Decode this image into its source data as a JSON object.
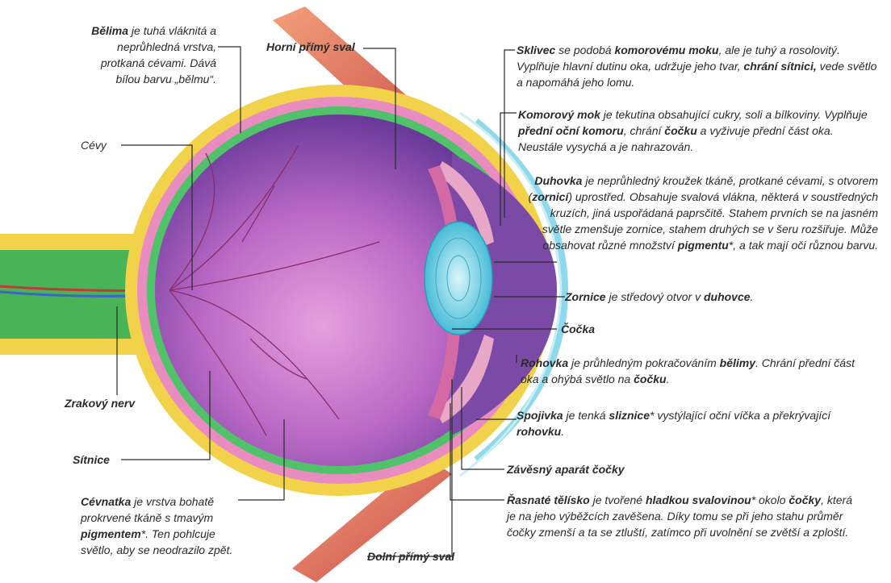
{
  "labels": {
    "belima": {
      "title": "Bělima",
      "text": " je tuhá vláknitá a neprůhledná vrstva, protkaná cévami. Dává bílou barvu „bělmu“."
    },
    "cevy": {
      "title": "Cévy"
    },
    "zrakovy": {
      "title": "Zrakový nerv"
    },
    "sitnice": {
      "title": "Sítnice"
    },
    "cevnatka": {
      "title": "Cévnatka",
      "text1": " je vrstva bohatě prokrvené tkáně s tmavým ",
      "bold": "pigmentem",
      "text2": "*. Ten pohlcuje světlo, aby se neodrazilo zpět."
    },
    "horni": {
      "title": "Horní přímý sval"
    },
    "dolni": {
      "title": "Dolní přímý sval"
    },
    "sklivec": {
      "title": "Sklivec",
      "t1": " se podobá ",
      "b1": "komorovému moku",
      "t2": ", ale je tuhý a rosolovitý. Vyplňuje hlavní dutinu oka, udržuje jeho tvar, ",
      "b2": "chrání sítnici,",
      "t3": " vede světlo a napomáhá jeho lomu."
    },
    "mok": {
      "title": "Komorový mok",
      "t1": " je tekutina obsahující cukry, soli a bílkoviny. Vyplňuje ",
      "b1": "přední oční komoru",
      "t2": ", chrání ",
      "b2": "čočku",
      "t3": " a vyživuje přední část oka. Neustále vysychá a je nahrazován."
    },
    "duhovka": {
      "title": "Duhovka",
      "t1": " je neprůhledný kroužek tkáně, protkané cévami, s otvorem (",
      "b1": "zornicí",
      "t2": ") uprostřed. Obsahuje svalová vlákna, některá v soustředných kruzích, jiná uspořádaná paprsčitě. Stahem prvních se na jasném světle zmenšuje zornice, stahem druhých se v šeru rozšiřuje. Může obsahovat různé množství ",
      "b2": "pigmentu",
      "t3": "*, a tak mají oči různou barvu."
    },
    "zornice": {
      "title": "Zornice",
      "t1": " je středový otvor v ",
      "b1": "duhovce",
      "t2": "."
    },
    "cocka": {
      "title": "Čočka"
    },
    "rohovka": {
      "title": "Rohovka",
      "t1": " je průhledným pokračováním ",
      "b1": "bělimy",
      "t2": ". Chrání přední část oka a ohýbá světlo na ",
      "b2": "čočku",
      "t3": "."
    },
    "spojivka": {
      "title": "Spojivka",
      "t1": " je tenká ",
      "b1": "sliznice",
      "t2": "* vystýlající oční víčka a překrývající ",
      "b2": "rohovku",
      "t3": "."
    },
    "zavesny": {
      "title": "Závěsný aparát čočky"
    },
    "rasnate": {
      "title": "Řasnaté tělísko",
      "t1": " je tvořené ",
      "b1": "hladkou svalovinou",
      "t2": "* okolo ",
      "b2": "čočky",
      "t3": ", která je na jeho výběžcích zavěšena. Díky tomu se při jeho stahu průměr čočky zmenší a ta se ztluští, zatímco při uvolnění se zvětší a zploští."
    }
  },
  "colors": {
    "sclera": "#f2d24a",
    "choroid": "#e98cc0",
    "retina": "#4fc26a",
    "vitreous": "#9c57b8",
    "iris": "#e9a7c8",
    "lens": "#5fd2e6",
    "cornea": "#8fd9ec",
    "muscle": "#d9605a",
    "nerve": "#49b455"
  }
}
